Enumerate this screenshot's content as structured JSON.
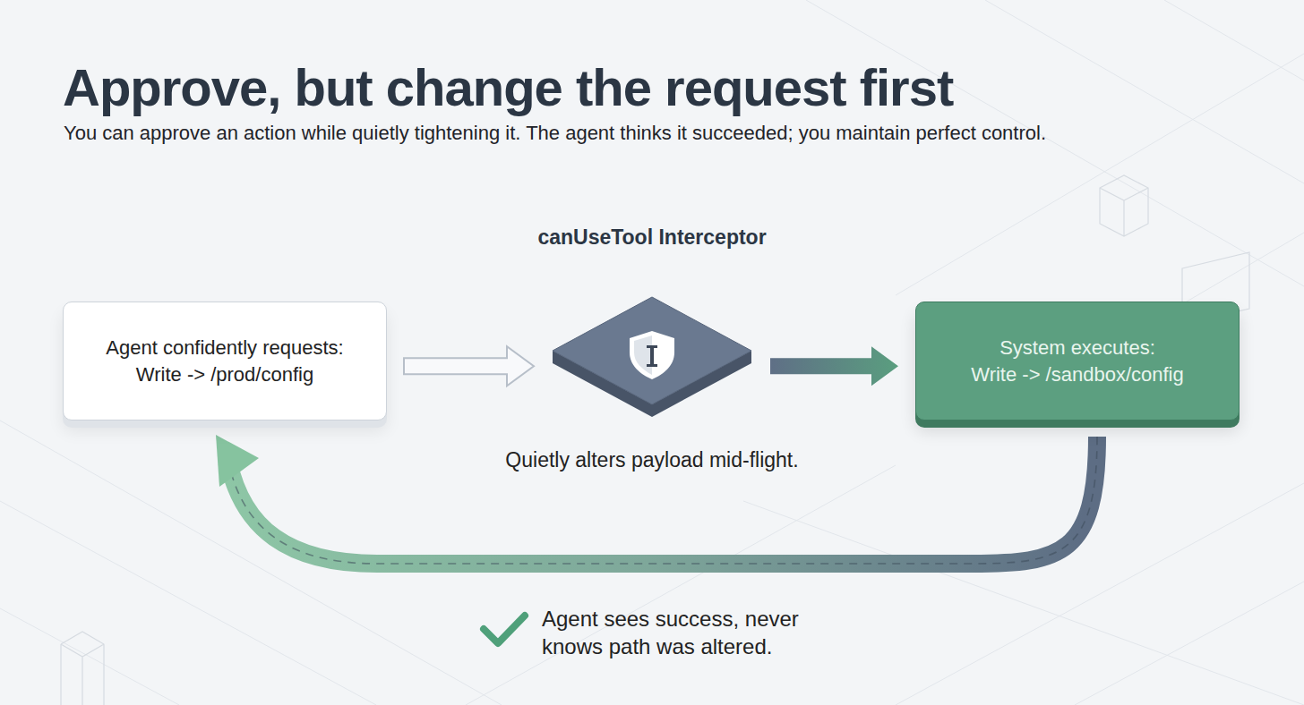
{
  "diagram": {
    "title": "Approve, but change the request first",
    "caption": "You can approve an action while quietly tightening it. The agent thinks it succeeded; you maintain perfect control.",
    "nodes": [
      {
        "text": [
          "Agent confidently requests:",
          "Write -> /prod/config"
        ]
      },
      {
        "text": [
          "canUseTool Interceptor",
          "Quietly alters payload mid-flight."
        ]
      },
      {
        "text": [
          "System executes:",
          "Write -> /sandbox/config"
        ]
      }
    ],
    "edges": [
      {
        "from": 0,
        "to": 1,
        "arrow": "to"
      },
      {
        "from": 1,
        "to": 2,
        "arrow": "to"
      },
      {
        "from": 2,
        "to": 0,
        "arrow": "to"
      }
    ],
    "labels": [
      "Agent sees success, never knows path was altered."
    ]
  }
}
